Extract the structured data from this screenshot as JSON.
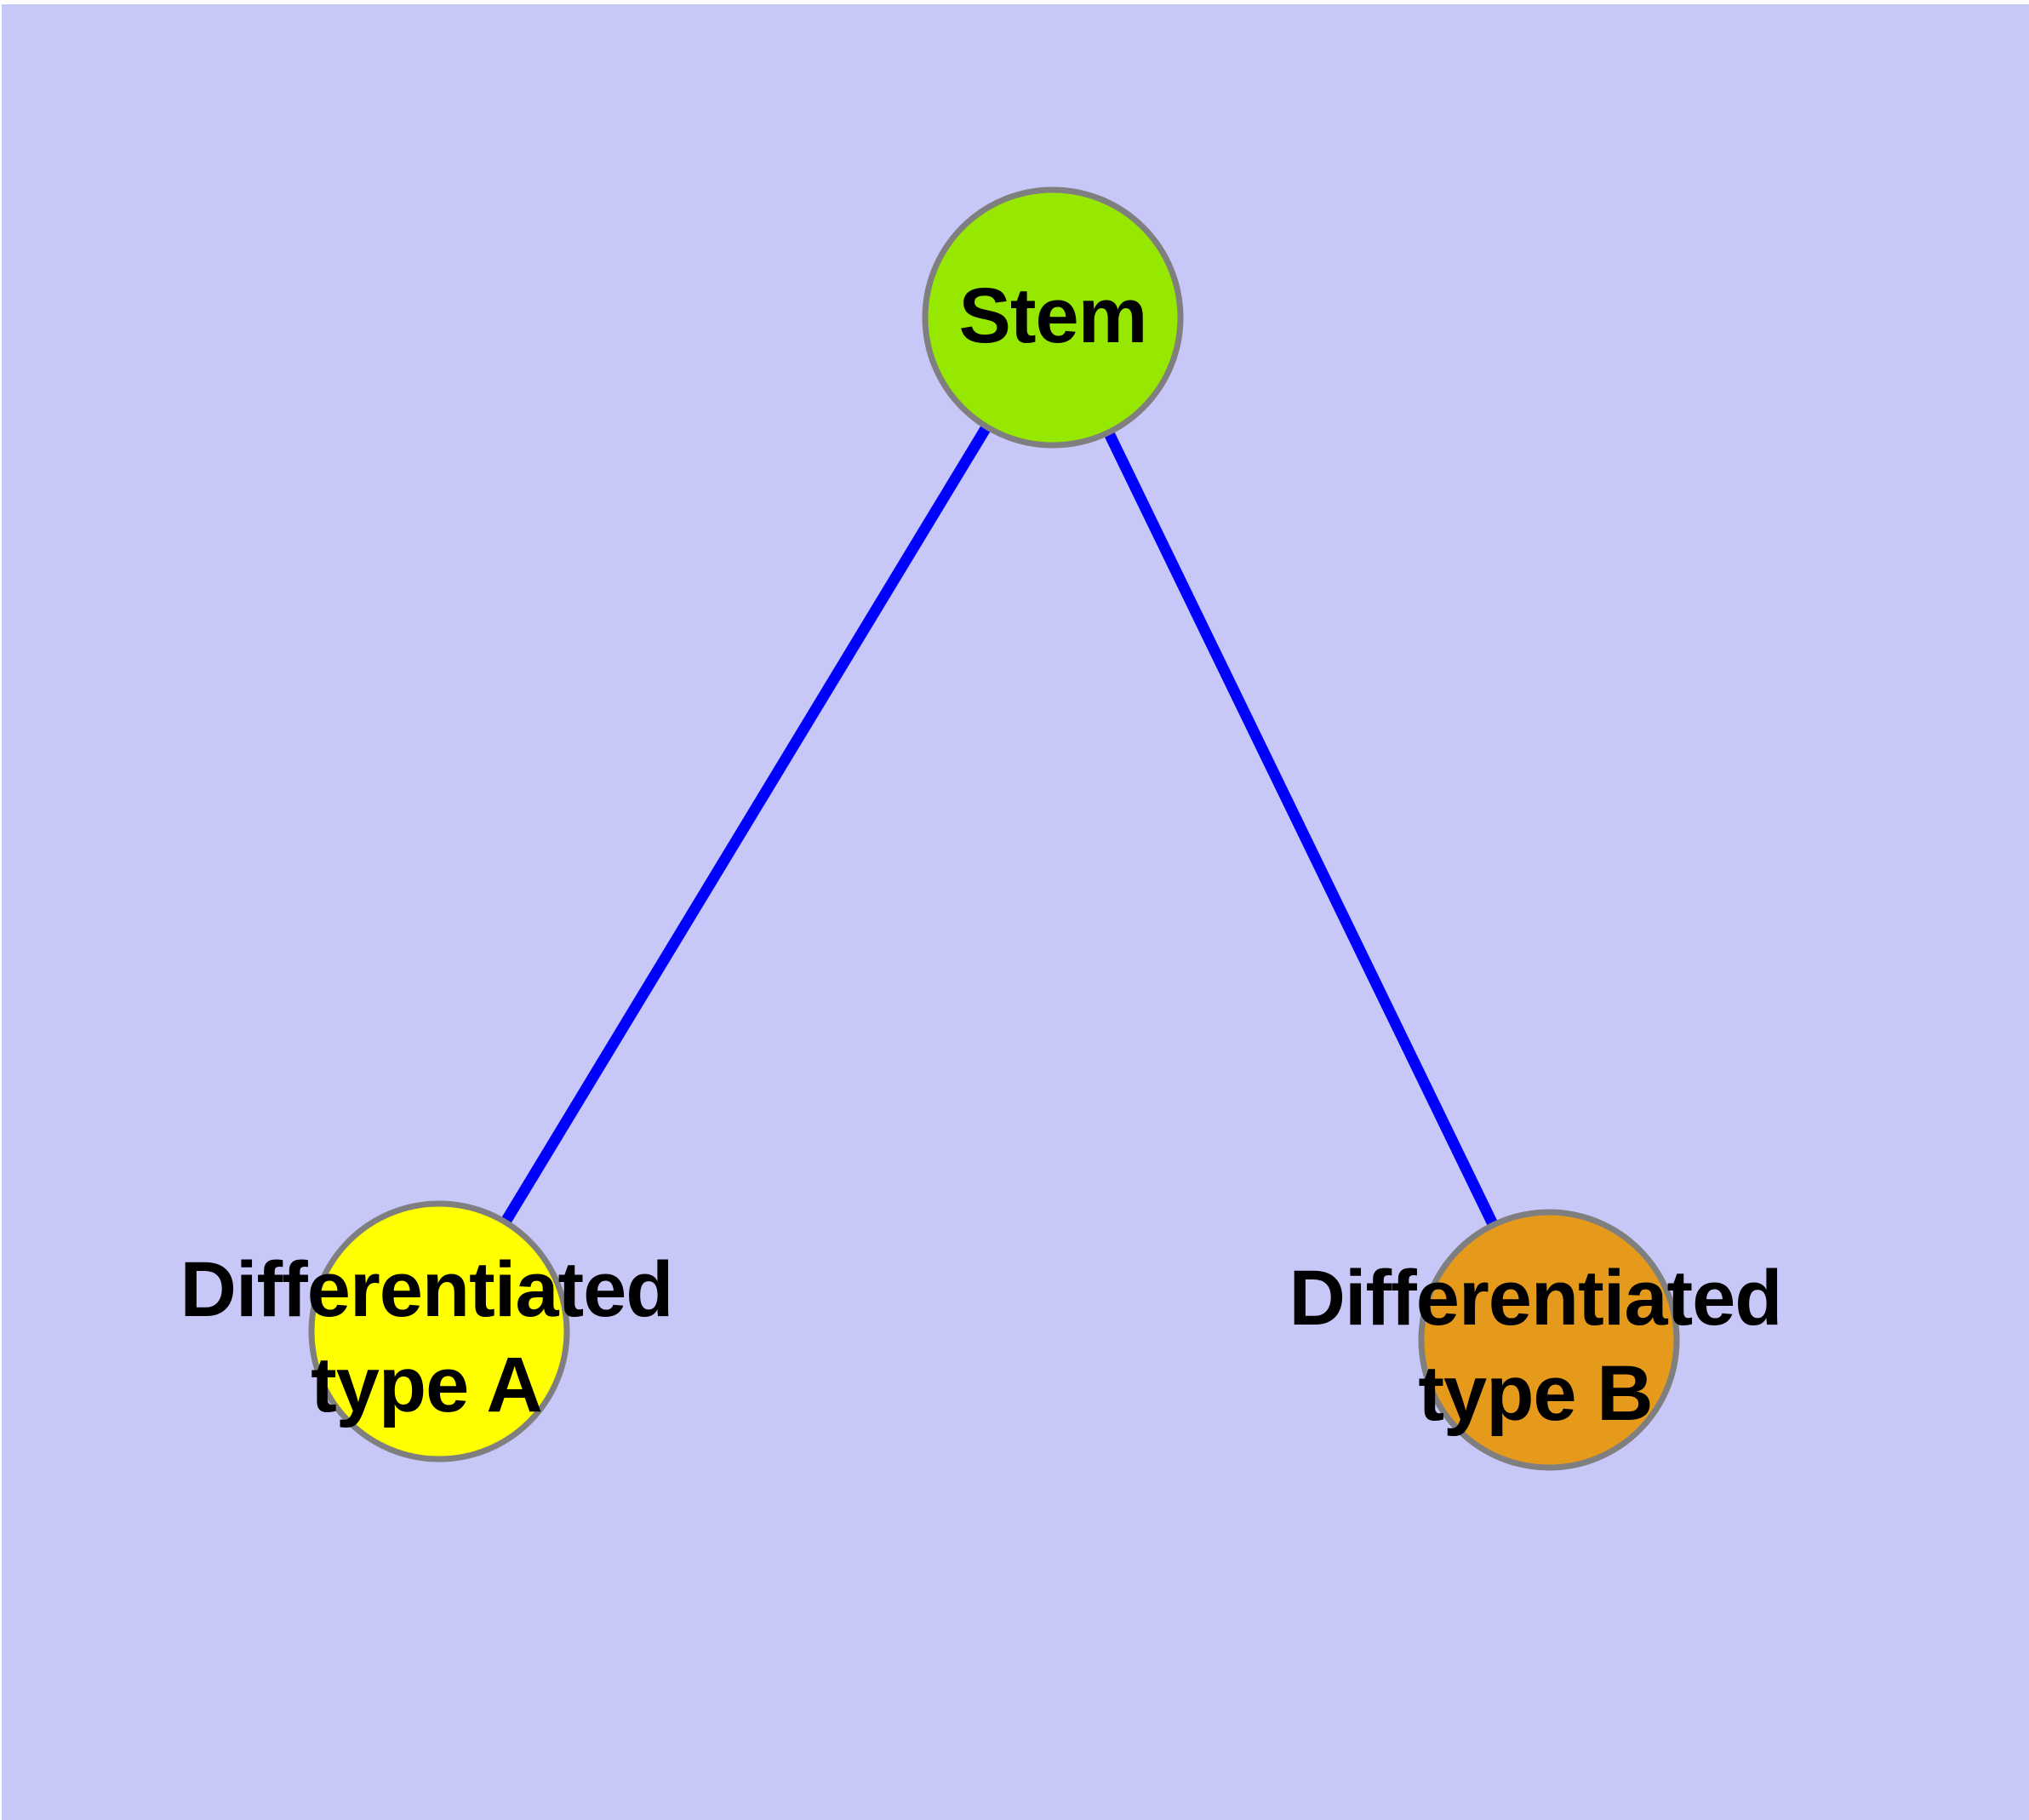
{
  "diagram": {
    "type": "node-link-tree",
    "background_color": "#C8C8F8",
    "edge_color": "#0000FF",
    "node_border_color": "#7F7F7F",
    "label_text_color": "#000000",
    "nodes": [
      {
        "id": "stem",
        "label_lines": [
          "Stem"
        ],
        "fill_color": "#97E800"
      },
      {
        "id": "differentiated-type-a",
        "label_lines": [
          "Differentiated",
          "type A"
        ],
        "fill_color": "#FFFF00"
      },
      {
        "id": "differentiated-type-b",
        "label_lines": [
          "Differentiated",
          "type B"
        ],
        "fill_color": "#E69A1C"
      }
    ],
    "edges": [
      {
        "from": "Stem",
        "to": "Differentiated type A"
      },
      {
        "from": "Stem",
        "to": "Differentiated type B"
      }
    ]
  }
}
